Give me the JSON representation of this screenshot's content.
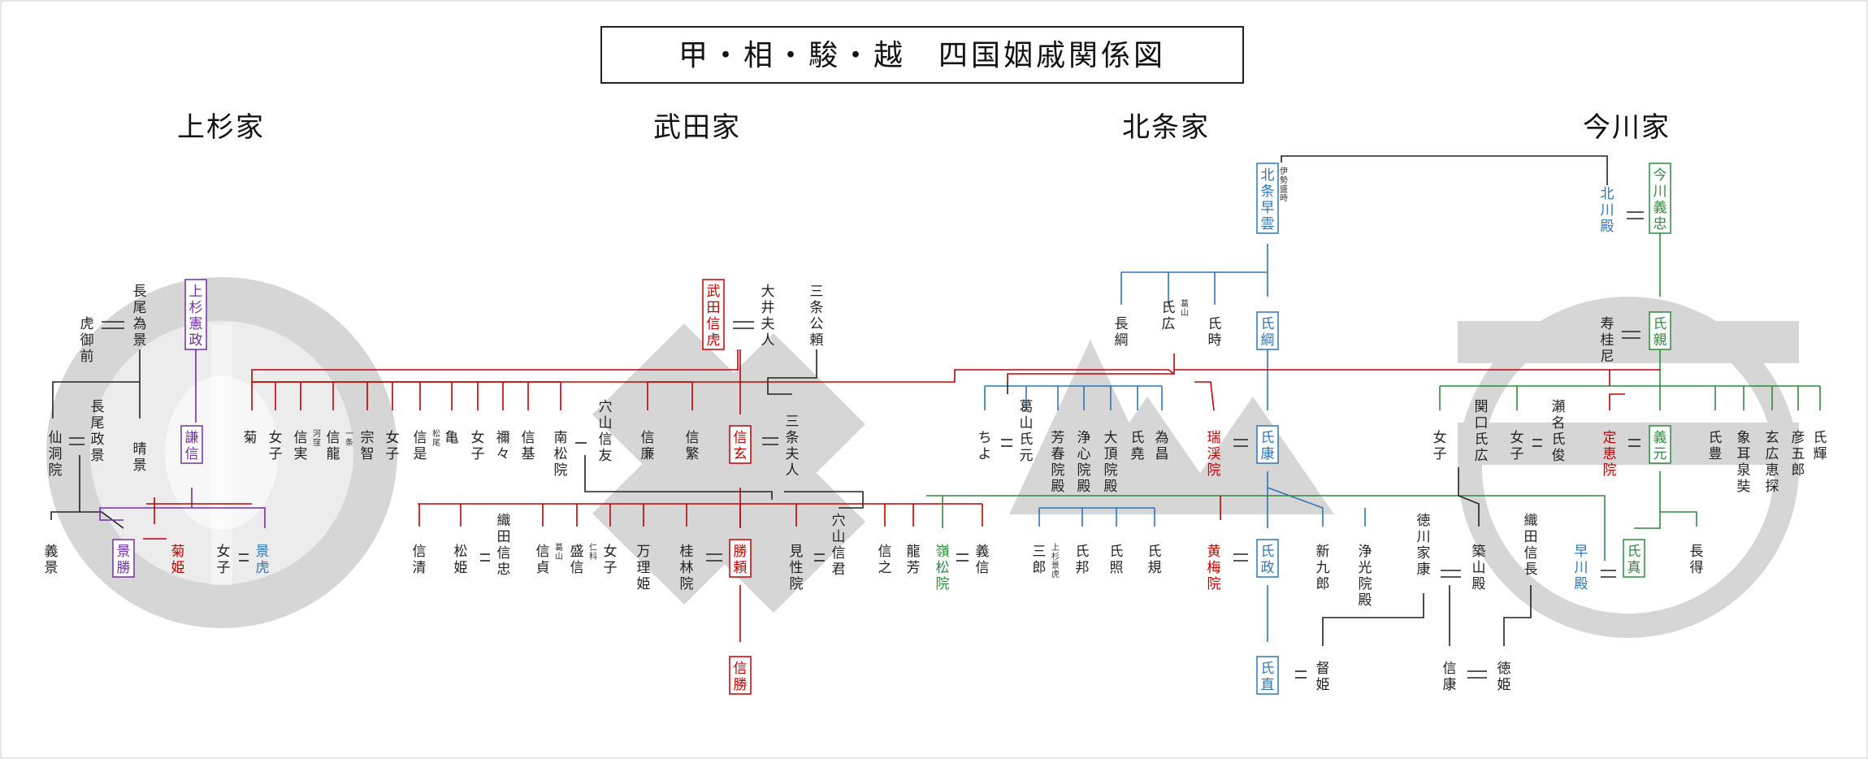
{
  "title": "甲・相・駿・越　四国姻戚関係図",
  "colors": {
    "uesugi": "#7030a0",
    "takeda": "#c00000",
    "hojo": "#2e75b6",
    "imagawa": "#2e8b3c",
    "black": "#222222",
    "crest": "#d6d6d6"
  },
  "houses": [
    {
      "id": "uesugi",
      "label": "上杉家",
      "crest": "bamboo-sparrow-crest"
    },
    {
      "id": "takeda",
      "label": "武田家",
      "crest": "takeda-diamond-crest"
    },
    {
      "id": "hojo",
      "label": "北条家",
      "crest": "hojo-triangle-crest"
    },
    {
      "id": "imagawa",
      "label": "今川家",
      "crest": "imagawa-circle-crest"
    }
  ],
  "people": [
    {
      "id": "torago",
      "text": "虎御前",
      "c": "black"
    },
    {
      "id": "nagao_tamekage",
      "text": "長尾為景",
      "c": "black"
    },
    {
      "id": "norimasa",
      "text": "上杉憲政",
      "c": "uesugi",
      "box": true
    },
    {
      "id": "sentoin",
      "text": "仙洞院",
      "c": "black"
    },
    {
      "id": "nagao_masakage",
      "text": "長尾政景",
      "c": "black"
    },
    {
      "id": "harukage",
      "text": "晴景",
      "c": "black"
    },
    {
      "id": "kenshin",
      "text": "謙信",
      "c": "uesugi",
      "box": true
    },
    {
      "id": "yoshikage",
      "text": "義景",
      "c": "black"
    },
    {
      "id": "kagekatsu",
      "text": "景勝",
      "c": "uesugi",
      "box": true
    },
    {
      "id": "kikuhime",
      "text": "菊姫",
      "c": "takeda"
    },
    {
      "id": "joshi_u",
      "text": "女子",
      "c": "black"
    },
    {
      "id": "kagetora",
      "text": "景虎",
      "c": "hojo"
    },
    {
      "id": "nobutora",
      "text": "武田信虎",
      "c": "takeda",
      "box": true
    },
    {
      "id": "oi",
      "text": "大井夫人",
      "c": "black"
    },
    {
      "id": "kinyori",
      "text": "三条公頼",
      "c": "black"
    },
    {
      "id": "kiku",
      "text": "菊",
      "c": "black"
    },
    {
      "id": "joshi_t1",
      "text": "女子",
      "c": "black"
    },
    {
      "id": "nobuzane",
      "text": "信実",
      "c": "black",
      "note": "（河窪）"
    },
    {
      "id": "nobutatsu",
      "text": "信龍",
      "c": "black",
      "note": "（一条）"
    },
    {
      "id": "sochi",
      "text": "宗智",
      "c": "black"
    },
    {
      "id": "joshi_t2",
      "text": "女子",
      "c": "black"
    },
    {
      "id": "nobukore",
      "text": "信是",
      "c": "black",
      "note": "（松尾）"
    },
    {
      "id": "kame",
      "text": "亀",
      "c": "black"
    },
    {
      "id": "joshi_t3",
      "text": "女子",
      "c": "black"
    },
    {
      "id": "nene",
      "text": "禰々",
      "c": "black"
    },
    {
      "id": "nobumoto",
      "text": "信基",
      "c": "black"
    },
    {
      "id": "nanshoin",
      "text": "南松院",
      "c": "black"
    },
    {
      "id": "nobutomo",
      "text": "穴山信友",
      "c": "black"
    },
    {
      "id": "nobukado",
      "text": "信廉",
      "c": "black"
    },
    {
      "id": "nobushige",
      "text": "信繁",
      "c": "black"
    },
    {
      "id": "shingen",
      "text": "信玄",
      "c": "takeda",
      "box": true
    },
    {
      "id": "sanjo",
      "text": "三条夫人",
      "c": "black"
    },
    {
      "id": "nobukiyo",
      "text": "信清",
      "c": "black"
    },
    {
      "id": "matsuhime",
      "text": "松姫",
      "c": "black"
    },
    {
      "id": "oda_nobutada",
      "text": "織田信忠",
      "c": "black"
    },
    {
      "id": "nobusada",
      "text": "信貞",
      "c": "black",
      "note": "（葛山）"
    },
    {
      "id": "morinobu",
      "text": "盛信",
      "c": "black",
      "note": "（仁科）"
    },
    {
      "id": "joshi_t4",
      "text": "女子",
      "c": "black"
    },
    {
      "id": "manrihime",
      "text": "万理姫",
      "c": "black"
    },
    {
      "id": "keirinin",
      "text": "桂林院",
      "c": "black"
    },
    {
      "id": "katsuyori",
      "text": "勝頼",
      "c": "takeda",
      "box": true
    },
    {
      "id": "kenshoin",
      "text": "見性院",
      "c": "black"
    },
    {
      "id": "nobukimi",
      "text": "穴山信君",
      "c": "black"
    },
    {
      "id": "nobuyuki",
      "text": "信之",
      "c": "black"
    },
    {
      "id": "ryuho",
      "text": "龍芳",
      "c": "black"
    },
    {
      "id": "reishoin",
      "text": "嶺松院",
      "c": "imagawa"
    },
    {
      "id": "yoshinobu",
      "text": "義信",
      "c": "black"
    },
    {
      "id": "nobukatsu",
      "text": "信勝",
      "c": "takeda",
      "box": true
    },
    {
      "id": "soun",
      "text": "北条早雲",
      "c": "hojo",
      "box": true,
      "note": "（伊勢盛時）"
    },
    {
      "id": "nagatsuna",
      "text": "長綱",
      "c": "black"
    },
    {
      "id": "ujihiro",
      "text": "氏広",
      "c": "black",
      "note": "（葛山）"
    },
    {
      "id": "ujitoki",
      "text": "氏時",
      "c": "black"
    },
    {
      "id": "ujitsuna",
      "text": "氏綱",
      "c": "hojo",
      "box": true
    },
    {
      "id": "chiyo",
      "text": "ちよ",
      "c": "black"
    },
    {
      "id": "ujimoto",
      "text": "葛山氏元",
      "c": "black"
    },
    {
      "id": "hoshunin",
      "text": "芳春院殿",
      "c": "black"
    },
    {
      "id": "joshinin",
      "text": "浄心院殿",
      "c": "black"
    },
    {
      "id": "daichoin",
      "text": "大頂院殿",
      "c": "black"
    },
    {
      "id": "ujiaki",
      "text": "氏堯",
      "c": "black"
    },
    {
      "id": "tamemasa",
      "text": "為昌",
      "c": "black"
    },
    {
      "id": "zuikeiin",
      "text": "瑞渓院",
      "c": "takeda"
    },
    {
      "id": "ujiyasu",
      "text": "氏康",
      "c": "hojo",
      "box": true
    },
    {
      "id": "saburo",
      "text": "三郎",
      "c": "black",
      "note": "（上杉景虎）"
    },
    {
      "id": "ujikuni",
      "text": "氏邦",
      "c": "black"
    },
    {
      "id": "ujiteru",
      "text": "氏照",
      "c": "black"
    },
    {
      "id": "ujinori",
      "text": "氏規",
      "c": "black"
    },
    {
      "id": "obaiin",
      "text": "黄梅院",
      "c": "takeda"
    },
    {
      "id": "ujimasa",
      "text": "氏政",
      "c": "hojo",
      "box": true
    },
    {
      "id": "shinkuro",
      "text": "新九郎",
      "c": "black"
    },
    {
      "id": "jokoin",
      "text": "浄光院殿",
      "c": "black"
    },
    {
      "id": "ujinao",
      "text": "氏直",
      "c": "hojo",
      "box": true
    },
    {
      "id": "tokuhime2",
      "text": "督姫",
      "c": "black"
    },
    {
      "id": "kitagawa",
      "text": "北川殿",
      "c": "hojo"
    },
    {
      "id": "ujichika",
      "text": "氏親",
      "c": "imagawa",
      "box": true
    },
    {
      "id": "yoshitada",
      "text": "今川義忠",
      "c": "imagawa",
      "box": true
    },
    {
      "id": "jukeini",
      "text": "寿桂尼",
      "c": "black"
    },
    {
      "id": "joshi_i1",
      "text": "女子",
      "c": "black"
    },
    {
      "id": "sekiguchi",
      "text": "関口氏広",
      "c": "black"
    },
    {
      "id": "joshi_i2",
      "text": "女子",
      "c": "black"
    },
    {
      "id": "sena",
      "text": "瀬名氏俊",
      "c": "black"
    },
    {
      "id": "jokeiin",
      "text": "定恵院",
      "c": "takeda"
    },
    {
      "id": "yoshimoto",
      "text": "義元",
      "c": "imagawa",
      "box": true
    },
    {
      "id": "ujitoyo",
      "text": "氏豊",
      "c": "black"
    },
    {
      "id": "zosen",
      "text": "象耳泉奘",
      "c": "black"
    },
    {
      "id": "sekkai",
      "text": "玄広恵探",
      "c": "black"
    },
    {
      "id": "hikogoro",
      "text": "彦五郎",
      "c": "black"
    },
    {
      "id": "ujiteru_i",
      "text": "氏輝",
      "c": "black"
    },
    {
      "id": "ieyasu",
      "text": "徳川家康",
      "c": "black"
    },
    {
      "id": "tsukiyama",
      "text": "築山殿",
      "c": "black"
    },
    {
      "id": "oda_nobunaga",
      "text": "織田信長",
      "c": "black"
    },
    {
      "id": "hayakawa",
      "text": "早川殿",
      "c": "hojo"
    },
    {
      "id": "ujizane",
      "text": "氏真",
      "c": "imagawa",
      "box": true
    },
    {
      "id": "nagatoku",
      "text": "長得",
      "c": "black"
    },
    {
      "id": "nobuyasu",
      "text": "信康",
      "c": "black"
    },
    {
      "id": "tokuhime",
      "text": "徳姫",
      "c": "black"
    }
  ]
}
